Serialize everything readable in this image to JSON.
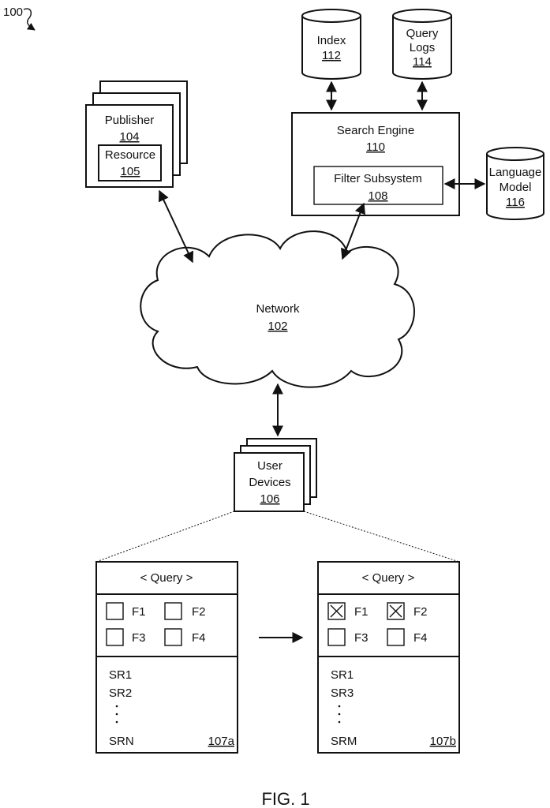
{
  "figure_ref": "100",
  "publisher": {
    "label": "Publisher",
    "ref": "104"
  },
  "resource": {
    "label": "Resource",
    "ref": "105"
  },
  "index": {
    "label": "Index",
    "ref": "112"
  },
  "query_logs": {
    "label_line1": "Query",
    "label_line2": "Logs",
    "ref": "114"
  },
  "search_engine": {
    "label": "Search Engine",
    "ref": "110"
  },
  "filter_subsystem": {
    "label": "Filter Subsystem",
    "ref": "108"
  },
  "language_model": {
    "label_line1": "Language",
    "label_line2": "Model",
    "ref": "116"
  },
  "network": {
    "label": "Network",
    "ref": "102"
  },
  "user_devices": {
    "label_line1": "User",
    "label_line2": "Devices",
    "ref": "106"
  },
  "panel_a": {
    "query": "< Query >",
    "filters": [
      {
        "label": "F1",
        "checked": false
      },
      {
        "label": "F2",
        "checked": false
      },
      {
        "label": "F3",
        "checked": false
      },
      {
        "label": "F4",
        "checked": false
      }
    ],
    "results": [
      "SR1",
      "SR2"
    ],
    "last_result": "SRN",
    "ref": "107a"
  },
  "panel_b": {
    "query": "< Query >",
    "filters": [
      {
        "label": "F1",
        "checked": true
      },
      {
        "label": "F2",
        "checked": true
      },
      {
        "label": "F3",
        "checked": false
      },
      {
        "label": "F4",
        "checked": false
      }
    ],
    "results": [
      "SR1",
      "SR3"
    ],
    "last_result": "SRM",
    "ref": "107b"
  },
  "caption": "FIG. 1"
}
